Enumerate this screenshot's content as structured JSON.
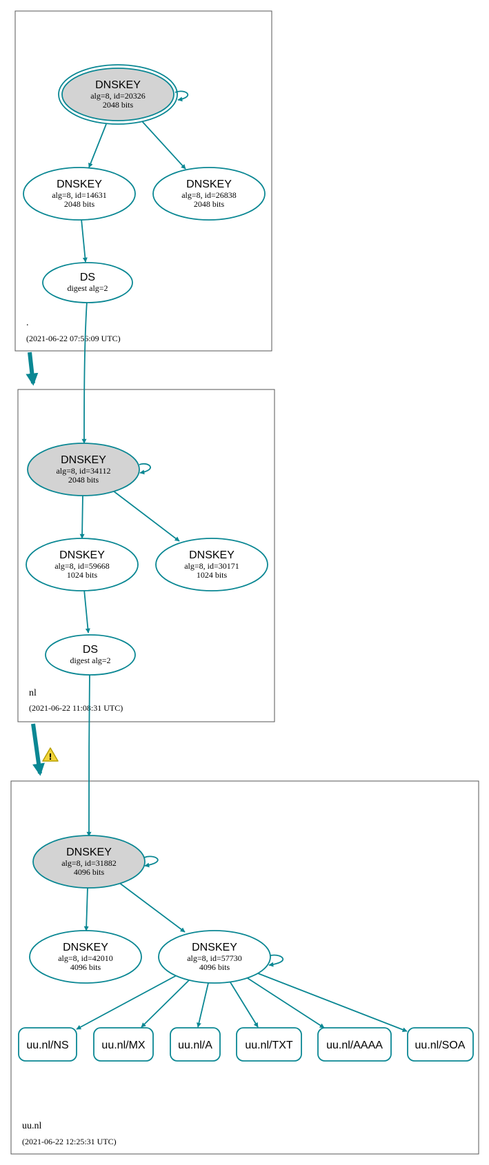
{
  "colors": {
    "edge": "#0a8793",
    "ksk_fill": "#d3d3d3",
    "warning_fill": "#f2d43b",
    "zone_border": "#555555"
  },
  "zones": {
    "root": {
      "name": ".",
      "timestamp": "(2021-06-22 07:56:09 UTC)",
      "ksk": {
        "type": "DNSKEY",
        "detail": "alg=8, id=20326",
        "bits": "2048 bits"
      },
      "zsk1": {
        "type": "DNSKEY",
        "detail": "alg=8, id=14631",
        "bits": "2048 bits"
      },
      "zsk2": {
        "type": "DNSKEY",
        "detail": "alg=8, id=26838",
        "bits": "2048 bits"
      },
      "ds": {
        "type": "DS",
        "detail": "digest alg=2"
      }
    },
    "nl": {
      "name": "nl",
      "timestamp": "(2021-06-22 11:08:31 UTC)",
      "ksk": {
        "type": "DNSKEY",
        "detail": "alg=8, id=34112",
        "bits": "2048 bits"
      },
      "zsk1": {
        "type": "DNSKEY",
        "detail": "alg=8, id=59668",
        "bits": "1024 bits"
      },
      "zsk2": {
        "type": "DNSKEY",
        "detail": "alg=8, id=30171",
        "bits": "1024 bits"
      },
      "ds": {
        "type": "DS",
        "detail": "digest alg=2"
      }
    },
    "uunl": {
      "name": "uu.nl",
      "timestamp": "(2021-06-22 12:25:31 UTC)",
      "ksk": {
        "type": "DNSKEY",
        "detail": "alg=8, id=31882",
        "bits": "4096 bits"
      },
      "key2": {
        "type": "DNSKEY",
        "detail": "alg=8, id=42010",
        "bits": "4096 bits"
      },
      "zsk": {
        "type": "DNSKEY",
        "detail": "alg=8, id=57730",
        "bits": "4096 bits"
      },
      "rrsets": [
        "uu.nl/NS",
        "uu.nl/MX",
        "uu.nl/A",
        "uu.nl/TXT",
        "uu.nl/AAAA",
        "uu.nl/SOA"
      ]
    }
  },
  "warning_icon": "warning-triangle-icon"
}
